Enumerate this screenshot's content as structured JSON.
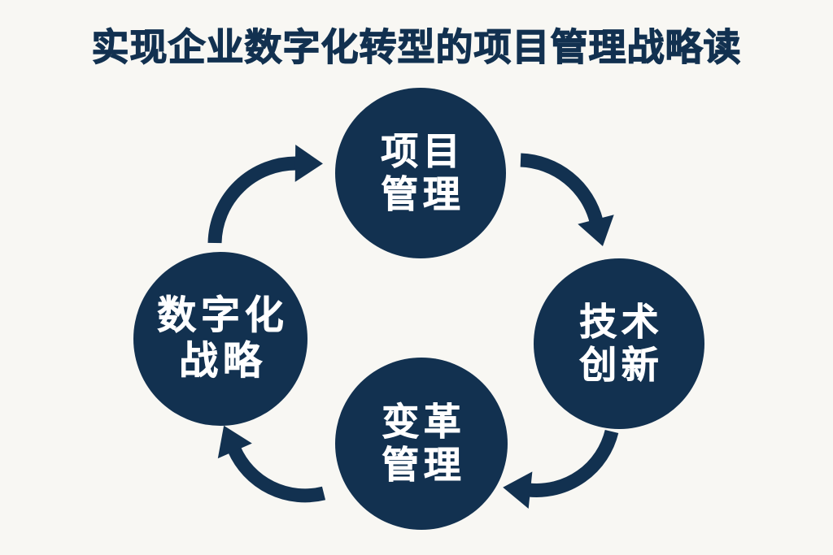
{
  "title": "实现企业数字化转型的项目管理战略读",
  "colors": {
    "navy": "#123150",
    "background": "#f8f7f3",
    "node_text": "#ffffff"
  },
  "diagram": {
    "type": "cycle",
    "direction": "clockwise",
    "nodes": [
      {
        "id": "project-management",
        "position": "top",
        "label": "项目管理",
        "line1": "项目",
        "line2": "管理"
      },
      {
        "id": "technology-innovation",
        "position": "right",
        "label": "技术创新",
        "line1": "技术",
        "line2": "创新"
      },
      {
        "id": "change-management",
        "position": "bottom",
        "label": "变革管理",
        "line1": "变革",
        "line2": "管理"
      },
      {
        "id": "digital-strategy",
        "position": "left",
        "label": "数字化战略",
        "line1": "数字化",
        "line2": "战略"
      }
    ],
    "arrows": [
      {
        "from": "digital-strategy",
        "to": "project-management"
      },
      {
        "from": "project-management",
        "to": "technology-innovation"
      },
      {
        "from": "technology-innovation",
        "to": "change-management"
      },
      {
        "from": "change-management",
        "to": "digital-strategy"
      }
    ]
  }
}
